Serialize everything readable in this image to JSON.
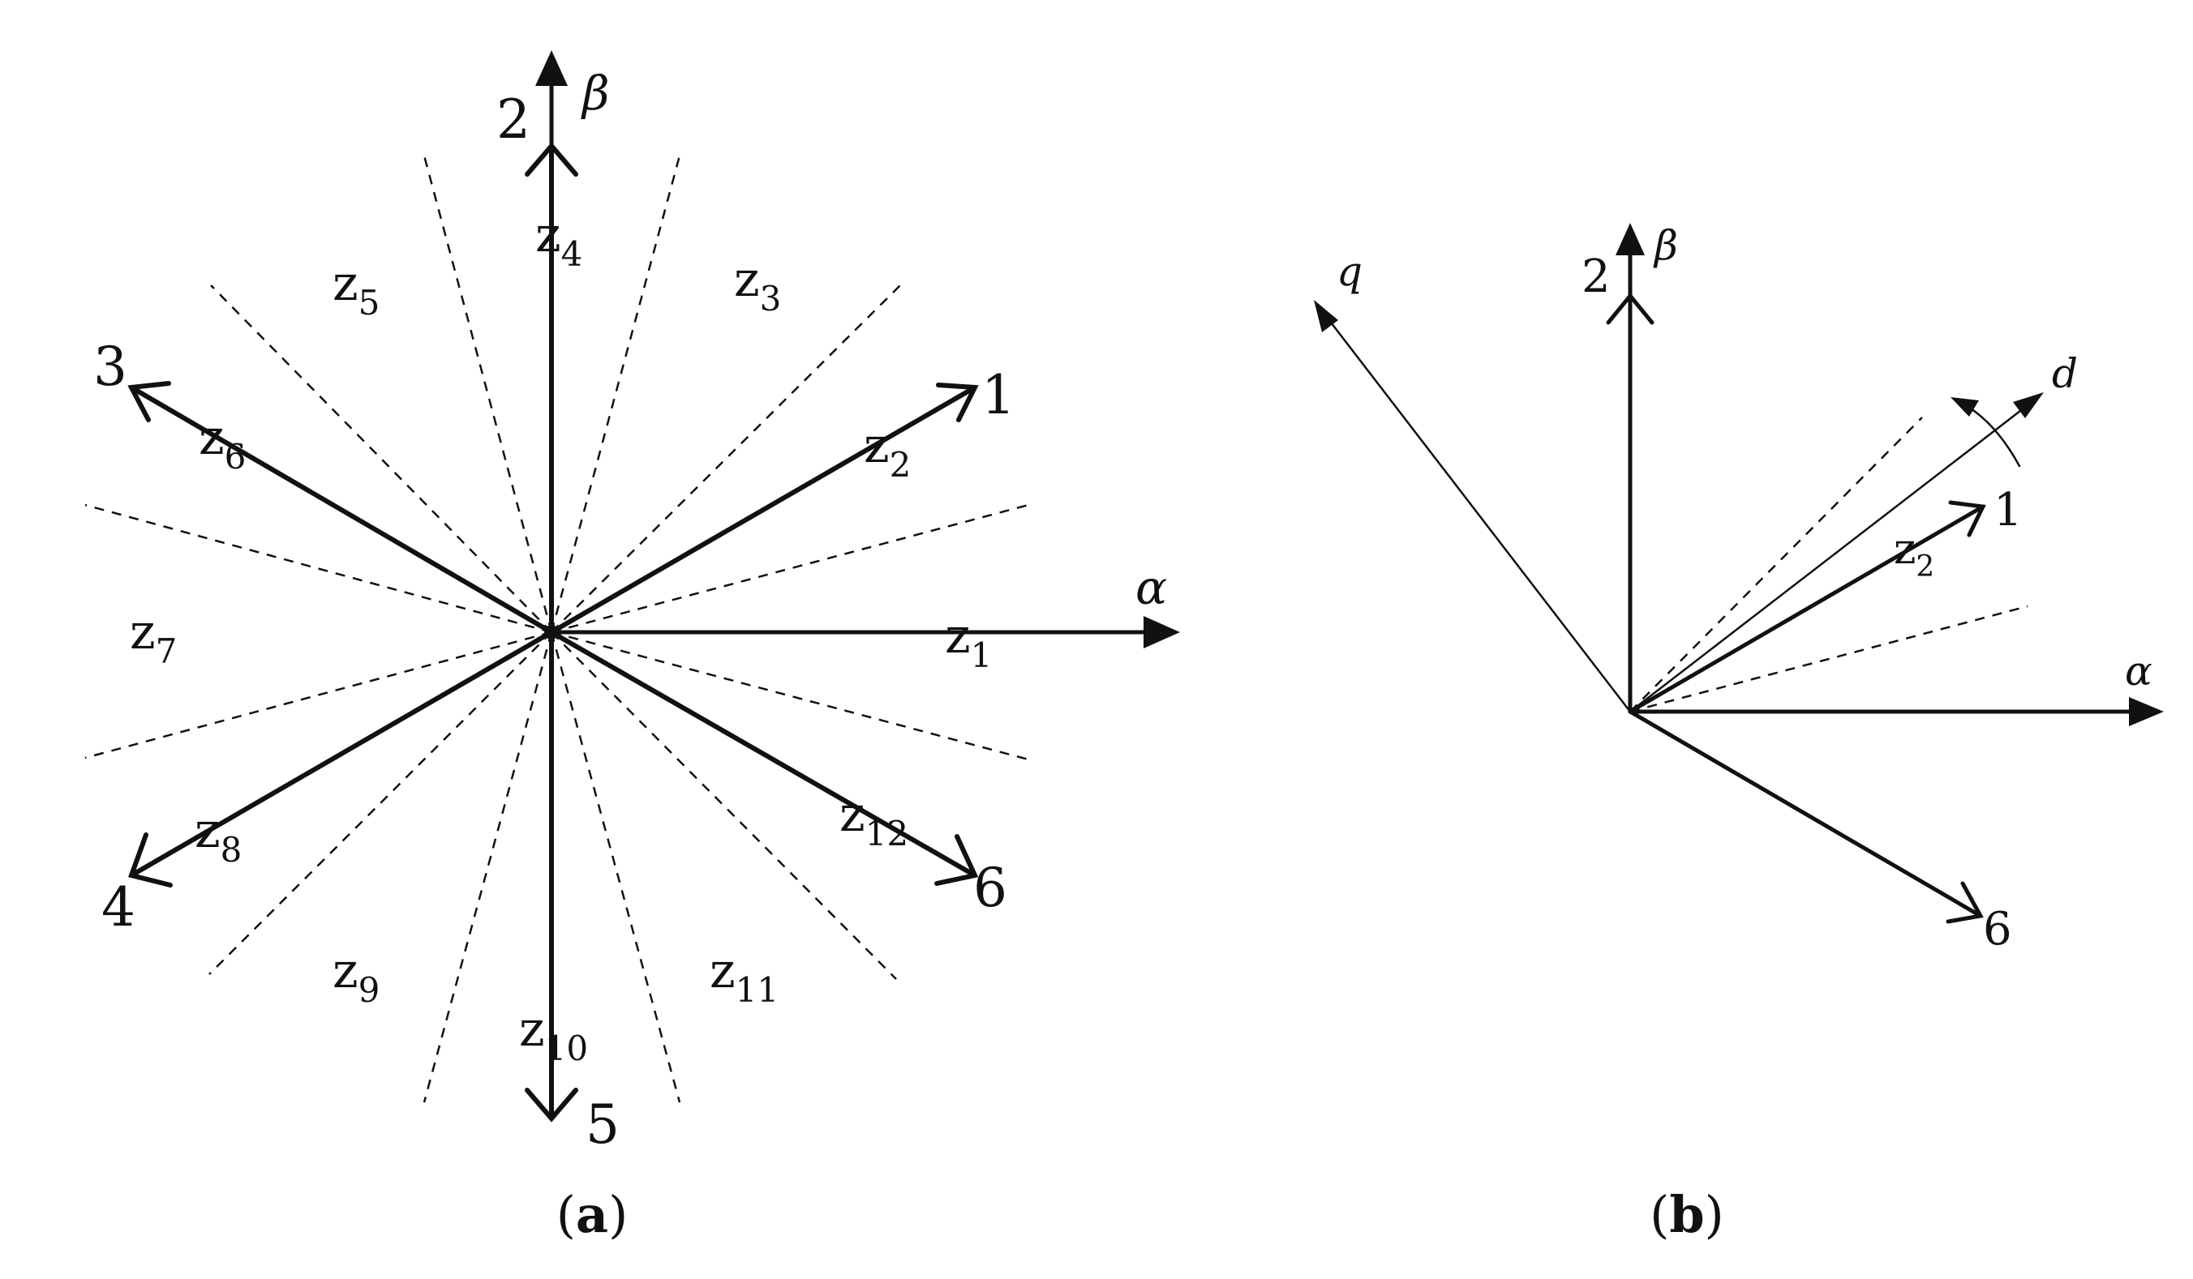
{
  "panel_a": {
    "caption_open": "(",
    "caption_letter": "a",
    "caption_close": ")",
    "axis_alpha": "α",
    "axis_beta": "β",
    "vector_labels": [
      "1",
      "2",
      "3",
      "4",
      "5",
      "6"
    ],
    "sector_labels": [
      {
        "base": "z",
        "sub": "1"
      },
      {
        "base": "z",
        "sub": "2"
      },
      {
        "base": "z",
        "sub": "3"
      },
      {
        "base": "z",
        "sub": "4"
      },
      {
        "base": "z",
        "sub": "5"
      },
      {
        "base": "z",
        "sub": "6"
      },
      {
        "base": "z",
        "sub": "7"
      },
      {
        "base": "z",
        "sub": "8"
      },
      {
        "base": "z",
        "sub": "9"
      },
      {
        "base": "z",
        "sub": "10"
      },
      {
        "base": "z",
        "sub": "11"
      },
      {
        "base": "z",
        "sub": "12"
      }
    ]
  },
  "panel_b": {
    "caption_open": "(",
    "caption_letter": "b",
    "caption_close": ")",
    "axis_alpha": "α",
    "axis_beta": "β",
    "axis_d": "d",
    "axis_q": "q",
    "vector_labels": [
      "1",
      "2",
      "6"
    ],
    "sector_label": {
      "base": "z",
      "sub": "2"
    }
  },
  "colors": {
    "ink": "#111111",
    "background": "#ffffff"
  }
}
